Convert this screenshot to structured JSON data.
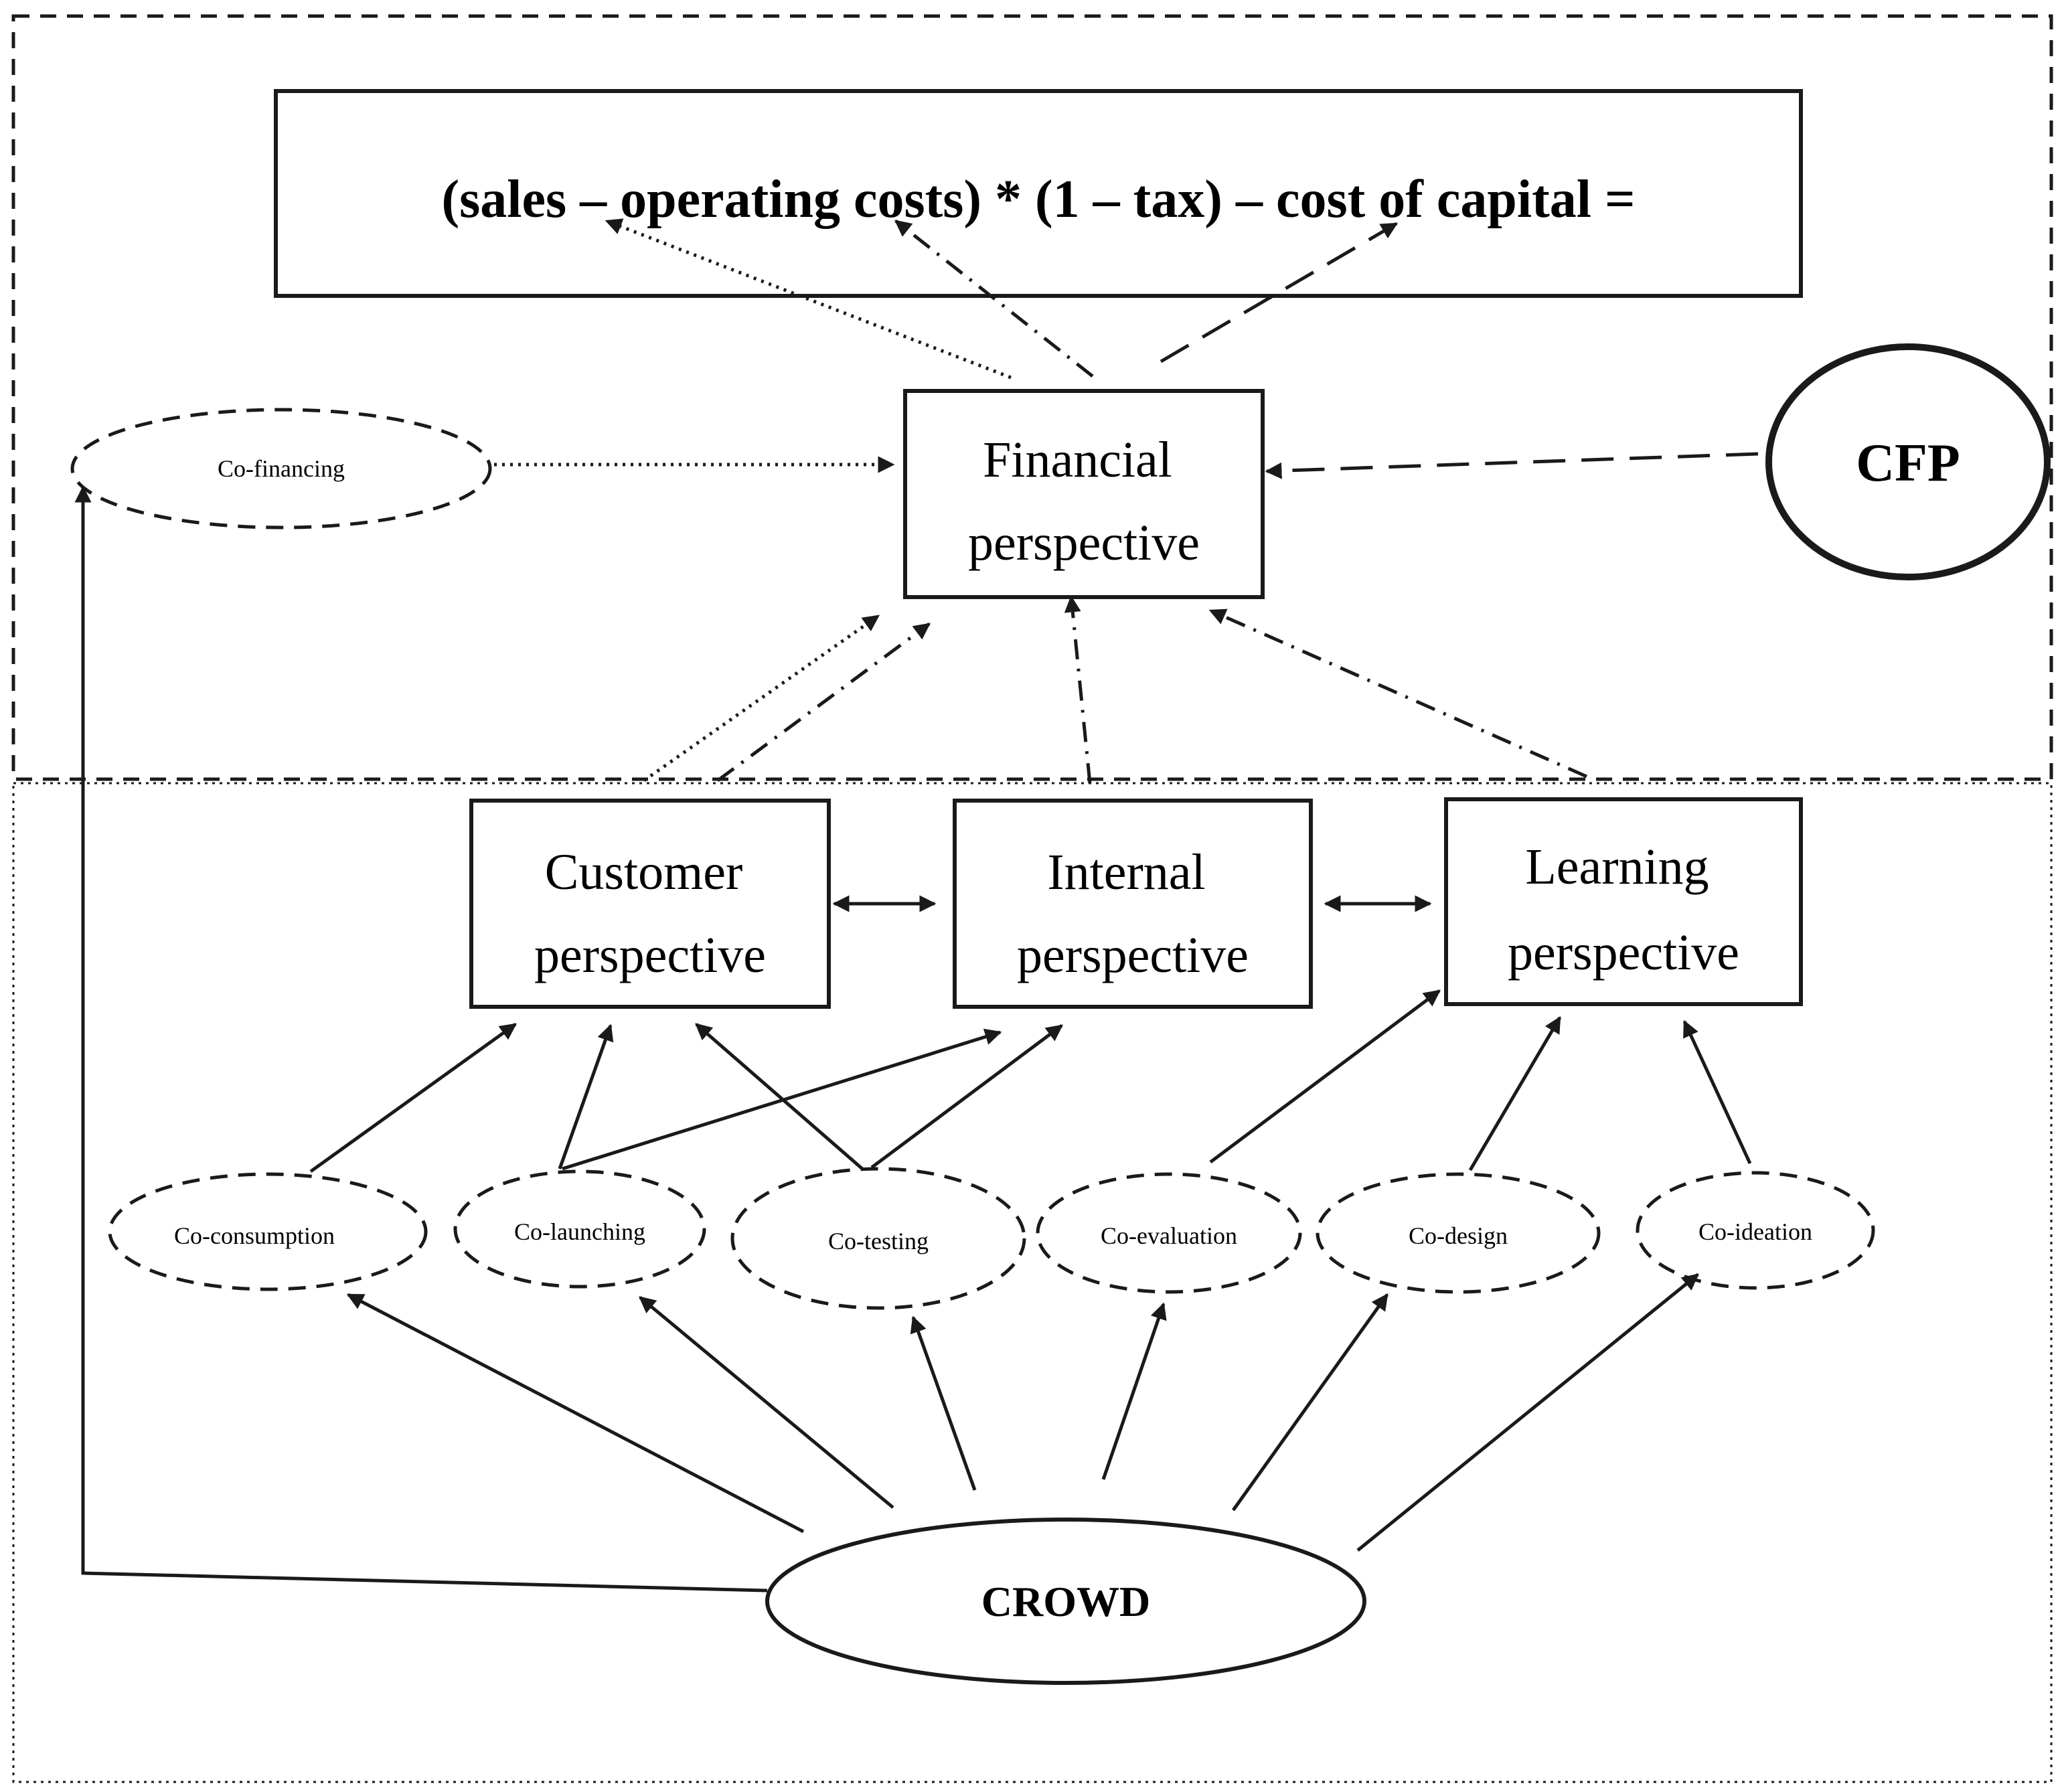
{
  "formula": "(sales – operating costs) * (1 – tax) – cost of capital =",
  "boxes": {
    "financial": [
      "Financial",
      "perspective"
    ],
    "customer": [
      "Customer",
      "perspective"
    ],
    "internal": [
      "Internal",
      "perspective"
    ],
    "learning": [
      "Learning",
      "perspective"
    ]
  },
  "ovals": {
    "co_financing": "Co-financing",
    "co_consumption": "Co-consumption",
    "co_launching": "Co-launching",
    "co_testing": "Co-testing",
    "co_evaluation": "Co-evaluation",
    "co_design": "Co-design",
    "co_ideation": "Co-ideation"
  },
  "cfp": "CFP",
  "crowd": "CROWD"
}
